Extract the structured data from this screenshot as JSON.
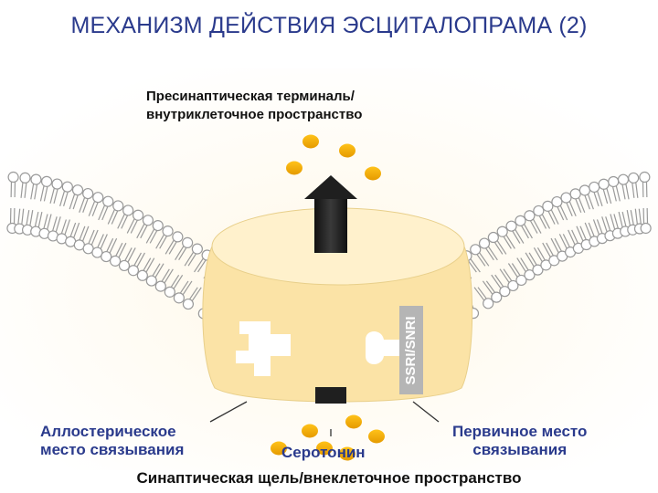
{
  "title": "МЕХАНИЗМ ДЕЙСТВИЯ ЭСЦИТАЛОПРАМА (2)",
  "labels": {
    "presynaptic_line1": "Пресинаптическая терминаль/",
    "presynaptic_line2": "внутриклеточное пространство",
    "allosteric_line1": "Аллостерическое",
    "allosteric_line2": "место связывания",
    "primary_line1": "Первичное место",
    "primary_line2": "связывания",
    "serotonin": "Серотонин",
    "synaptic_cleft": "Синаптическая щель/внеклеточное пространство"
  },
  "transporter_label": "SSRI/SNRI",
  "colors": {
    "title": "#2a3a8c",
    "transporter": "#fbe3a6",
    "serotonin": "#f2a800",
    "arrow": "#1f1f1f",
    "membrane": "#9a9a9a"
  },
  "icons": [
    "serotonin-molecule-icon",
    "transport-arrow-icon",
    "membrane-icon",
    "transporter-icon"
  ]
}
